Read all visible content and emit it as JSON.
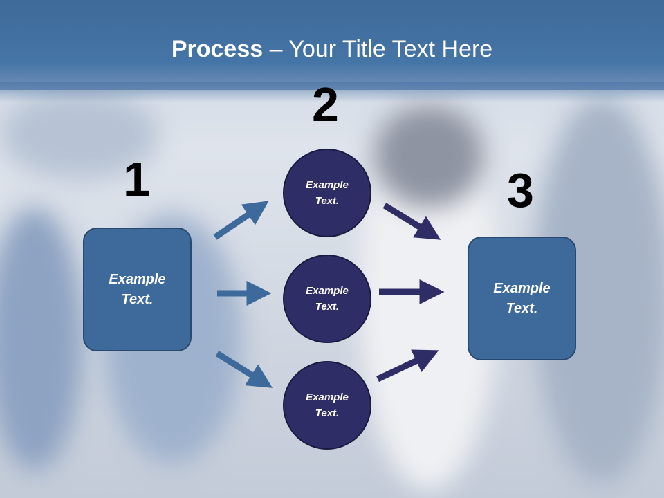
{
  "title": {
    "bold": "Process",
    "rest": " – Your Title Text Here"
  },
  "steps": {
    "n1": "1",
    "n2": "2",
    "n3": "3"
  },
  "left_box": {
    "text": "Example\nText."
  },
  "circles": [
    {
      "text": "Example\nText."
    },
    {
      "text": "Example\nText."
    },
    {
      "text": "Example\nText."
    }
  ],
  "right_box": {
    "text": "Example\nText."
  },
  "colors": {
    "header": "#4575a6",
    "box": "#3d6a9b",
    "circle": "#2e2d66",
    "arrow_light": "#3d6a9b",
    "arrow_dark": "#2e2d66"
  }
}
